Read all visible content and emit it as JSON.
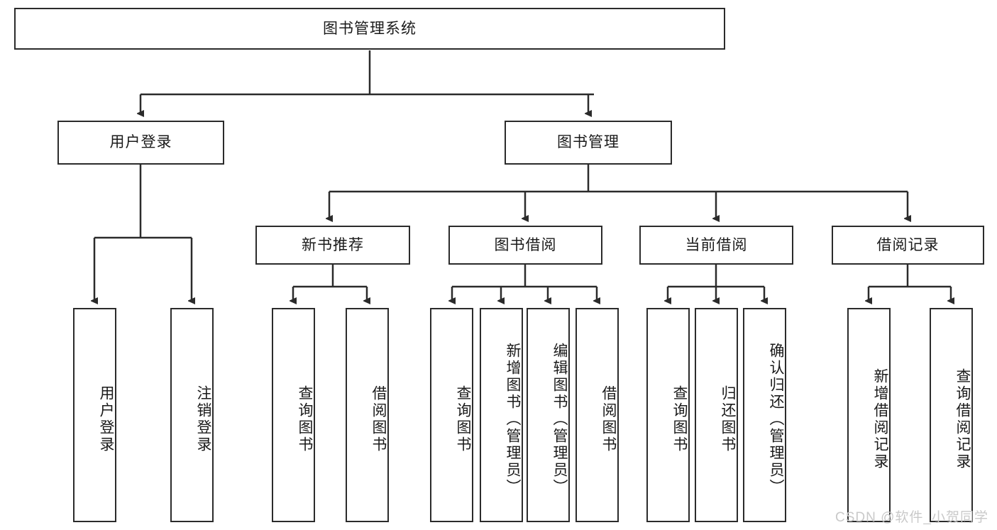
{
  "diagram": {
    "title_node": {
      "label": "图书管理系统"
    },
    "level2": [
      {
        "id": "user-login",
        "label": "用户登录"
      },
      {
        "id": "book-management",
        "label": "图书管理"
      }
    ],
    "level3": [
      {
        "id": "new-book-recommend",
        "label": "新书推荐"
      },
      {
        "id": "book-borrow",
        "label": "图书借阅"
      },
      {
        "id": "current-borrow",
        "label": "当前借阅"
      },
      {
        "id": "borrow-record",
        "label": "借阅记录"
      }
    ],
    "leaves": {
      "user_login": [
        {
          "id": "leaf-user-login",
          "label": "用户登录"
        },
        {
          "id": "leaf-logout",
          "label": "注销登录"
        }
      ],
      "new_book_recommend": [
        {
          "id": "leaf-query-book-1",
          "label": "查询图书"
        },
        {
          "id": "leaf-borrow-book-1",
          "label": "借阅图书"
        }
      ],
      "book_borrow": [
        {
          "id": "leaf-query-book-2",
          "label": "查询图书"
        },
        {
          "id": "leaf-add-book",
          "label": "新增图书（管理员）"
        },
        {
          "id": "leaf-edit-book",
          "label": "编辑图书（管理员）"
        },
        {
          "id": "leaf-borrow-book-2",
          "label": "借阅图书"
        }
      ],
      "current_borrow": [
        {
          "id": "leaf-query-book-3",
          "label": "查询图书"
        },
        {
          "id": "leaf-return-book",
          "label": "归还图书"
        },
        {
          "id": "leaf-confirm-return",
          "label": "确认归还（管理员）"
        }
      ],
      "borrow_record": [
        {
          "id": "leaf-add-record",
          "label": "新增借阅记录"
        },
        {
          "id": "leaf-query-record",
          "label": "查询借阅记录"
        }
      ]
    }
  },
  "watermark": {
    "text": "CSDN @软件_小贺同学"
  },
  "colors": {
    "stroke": "#2b2b2b",
    "background": "#ffffff",
    "text": "#1a1a1a",
    "watermark": "#c9c9c9"
  }
}
